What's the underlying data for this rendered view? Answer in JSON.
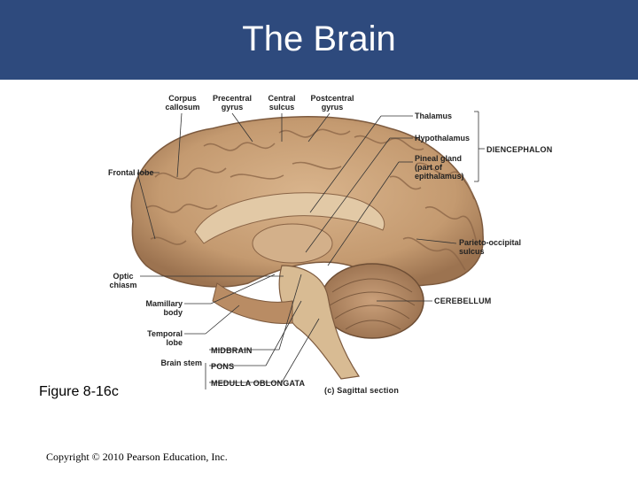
{
  "slide": {
    "title": "The Brain",
    "figure_caption": "Figure 8-16c",
    "copyright": "Copyright © 2010 Pearson Education, Inc."
  },
  "figure": {
    "labels": {
      "corpus_callosum_1": "Corpus",
      "corpus_callosum_2": "callosum",
      "precentral_gyrus_1": "Precentral",
      "precentral_gyrus_2": "gyrus",
      "central_sulcus_1": "Central",
      "central_sulcus_2": "sulcus",
      "postcentral_gyrus_1": "Postcentral",
      "postcentral_gyrus_2": "gyrus",
      "thalamus": "Thalamus",
      "hypothalamus": "Hypothalamus",
      "pineal_1": "Pineal gland",
      "pineal_2": "(part of",
      "pineal_3": "epithalamus)",
      "diencephalon": "DIENCEPHALON",
      "frontal_lobe": "Frontal lobe",
      "parieto_1": "Parieto-occipital",
      "parieto_2": "sulcus",
      "optic_1": "Optic",
      "optic_2": "chiasm",
      "cerebellum": "CEREBELLUM",
      "mamillary_1": "Mamillary",
      "mamillary_2": "body",
      "temporal_1": "Temporal",
      "temporal_2": "lobe",
      "midbrain": "MIDBRAIN",
      "brain_stem": "Brain stem",
      "pons": "PONS",
      "medulla": "MEDULLA OBLONGATA",
      "section": "(c) Sagittal section"
    }
  },
  "colors": {
    "header": "#2e4a7d",
    "brain_base": "#c9a27a",
    "brain_dark": "#8a6446",
    "background": "#ffffff"
  }
}
